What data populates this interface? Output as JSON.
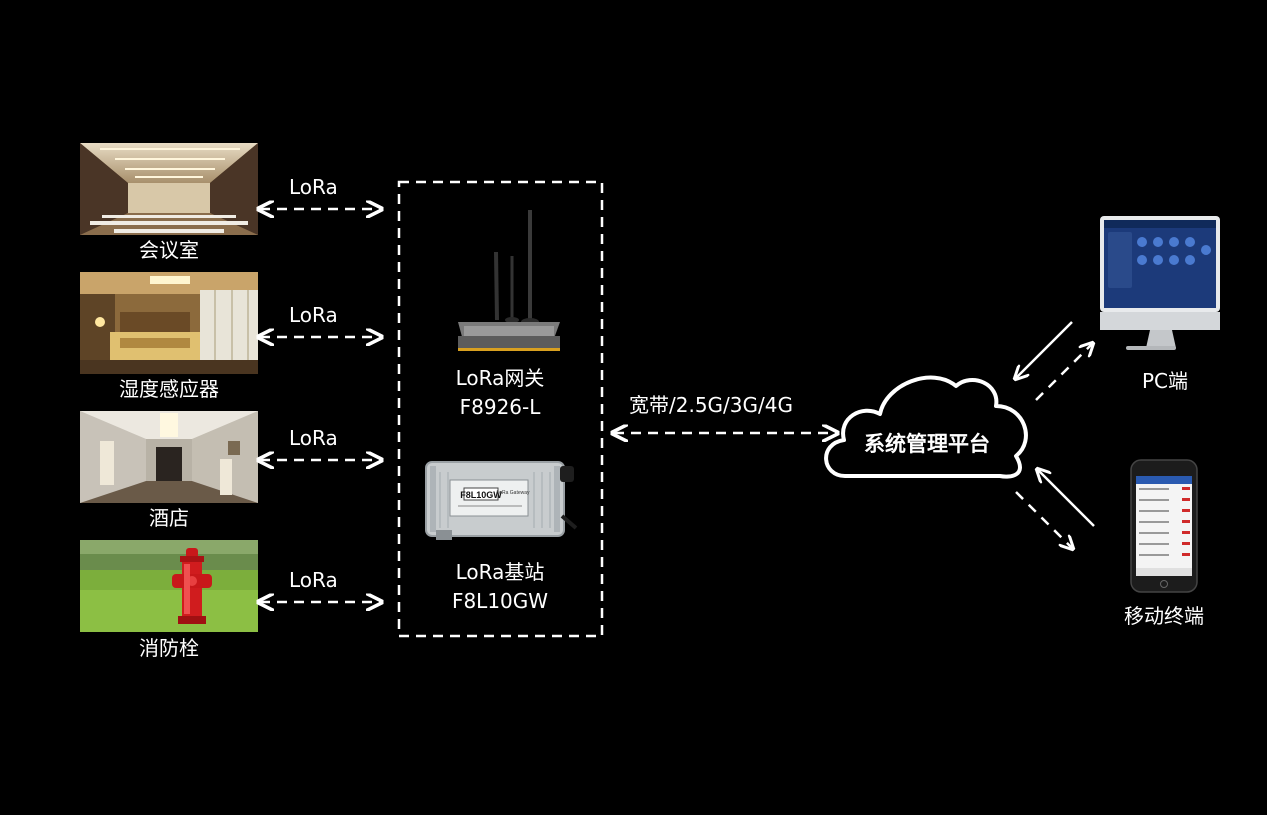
{
  "sources": [
    {
      "name": "会议室",
      "link_label": "LoRa",
      "image": "conference-room-photo"
    },
    {
      "name": "湿度感应器",
      "link_label": "LoRa",
      "image": "bedroom-photo"
    },
    {
      "name": "酒店",
      "link_label": "LoRa",
      "image": "hotel-corridor-photo"
    },
    {
      "name": "消防栓",
      "link_label": "LoRa",
      "image": "fire-hydrant-photo"
    }
  ],
  "gateway": {
    "name": "LoRa网关",
    "model": "F8926-L"
  },
  "base_station": {
    "name": "LoRa基站",
    "model": "F8L10GW",
    "device_label": "F8L10GW",
    "device_sublabel": "LoRa Gateway"
  },
  "uplink_label": "宽带/2.5G/3G/4G",
  "platform": "系统管理平台",
  "clients": [
    {
      "name": "PC端",
      "icon": "monitor-icon"
    },
    {
      "name": "移动终端",
      "icon": "smartphone-icon"
    }
  ],
  "colors": {
    "background": "#000000",
    "line": "#ffffff",
    "text": "#ffffff"
  }
}
